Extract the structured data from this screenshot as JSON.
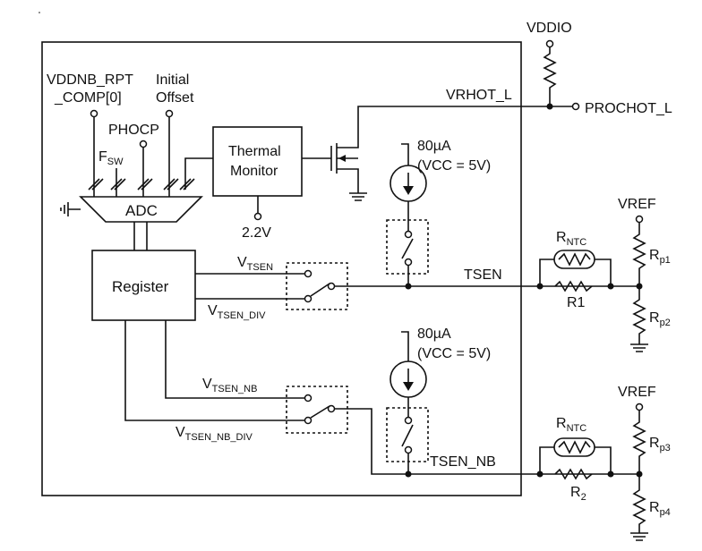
{
  "labels": {
    "vddio": "VDDIO",
    "vddnb_rpt": "VDDNB_RPT",
    "comp0": "_COMP[0]",
    "initial": "Initial",
    "offset": "Offset",
    "phocp": "PHOCP",
    "fsw_main": "F",
    "fsw_sub": "SW",
    "vrhot": "VRHOT_L",
    "prochot": "PROCHOT_L",
    "thermal1": "Thermal",
    "thermal2": "Monitor",
    "adc": "ADC",
    "v22": "2.2V",
    "current1a": "80µA",
    "current1b": "(VCC = 5V)",
    "current2a": "80µA",
    "current2b": "(VCC = 5V)",
    "register": "Register",
    "vtsen_main": "V",
    "vtsen_sub": "TSEN",
    "vtsendiv_main": "V",
    "vtsendiv_sub": "TSEN_DIV",
    "vtsennb_main": "V",
    "vtsennb_sub": "TSEN_NB",
    "vtsennbdiv_main": "V",
    "vtsennbdiv_sub": "TSEN_NB_DIV",
    "tsen": "TSEN",
    "tsen_nb": "TSEN_NB",
    "vref1": "VREF",
    "vref2": "VREF",
    "rntc1_main": "R",
    "rntc1_sub": "NTC",
    "rntc2_main": "R",
    "rntc2_sub": "NTC",
    "r1": "R1",
    "r2_main": "R",
    "r2_sub": "2",
    "rp1_main": "R",
    "rp1_sub": "p1",
    "rp2_main": "R",
    "rp2_sub": "p2",
    "rp3_main": "R",
    "rp3_sub": "p3",
    "rp4_main": "R",
    "rp4_sub": "p4"
  }
}
